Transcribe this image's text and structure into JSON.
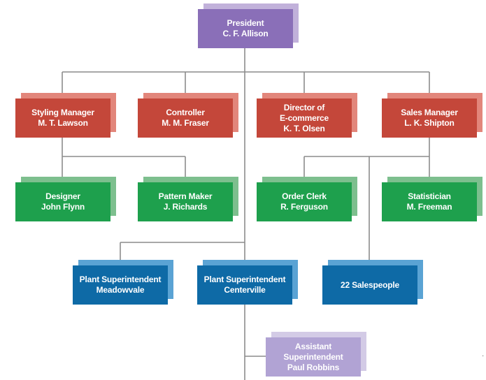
{
  "org_chart": {
    "president": {
      "title": "President",
      "name": "C. F. Allison"
    },
    "styling_manager": {
      "title": "Styling Manager",
      "name": "M. T. Lawson"
    },
    "controller": {
      "title": "Controller",
      "name": "M. M. Fraser"
    },
    "ecommerce_director": {
      "title_line1": "Director of",
      "title_line2": "E-commerce",
      "name": "K. T. Olsen"
    },
    "sales_manager": {
      "title": "Sales Manager",
      "name": "L. K. Shipton"
    },
    "designer": {
      "title": "Designer",
      "name": "John Flynn"
    },
    "pattern_maker": {
      "title": "Pattern Maker",
      "name": "J. Richards"
    },
    "order_clerk": {
      "title": "Order Clerk",
      "name": "R. Ferguson"
    },
    "statistician": {
      "title": "Statistician",
      "name": "M. Freeman"
    },
    "plant_meadowvale": {
      "title": "Plant Superintendent",
      "location": "Meadowvale"
    },
    "plant_centerville": {
      "title": "Plant Superintendent",
      "location": "Centerville"
    },
    "salespeople": {
      "label": "22 Salespeople"
    },
    "assistant_superintendent": {
      "title_line1": "Assistant",
      "title_line2": "Superintendent",
      "name": "Paul Robbins"
    }
  },
  "colors": {
    "executive": "#8a6fb8",
    "manager": "#c4473a",
    "staff": "#1ea04d",
    "plant": "#0e6aa6",
    "assistant": "#b1a3d4",
    "connector": "#8c8c8c"
  },
  "edge_mark": "·"
}
